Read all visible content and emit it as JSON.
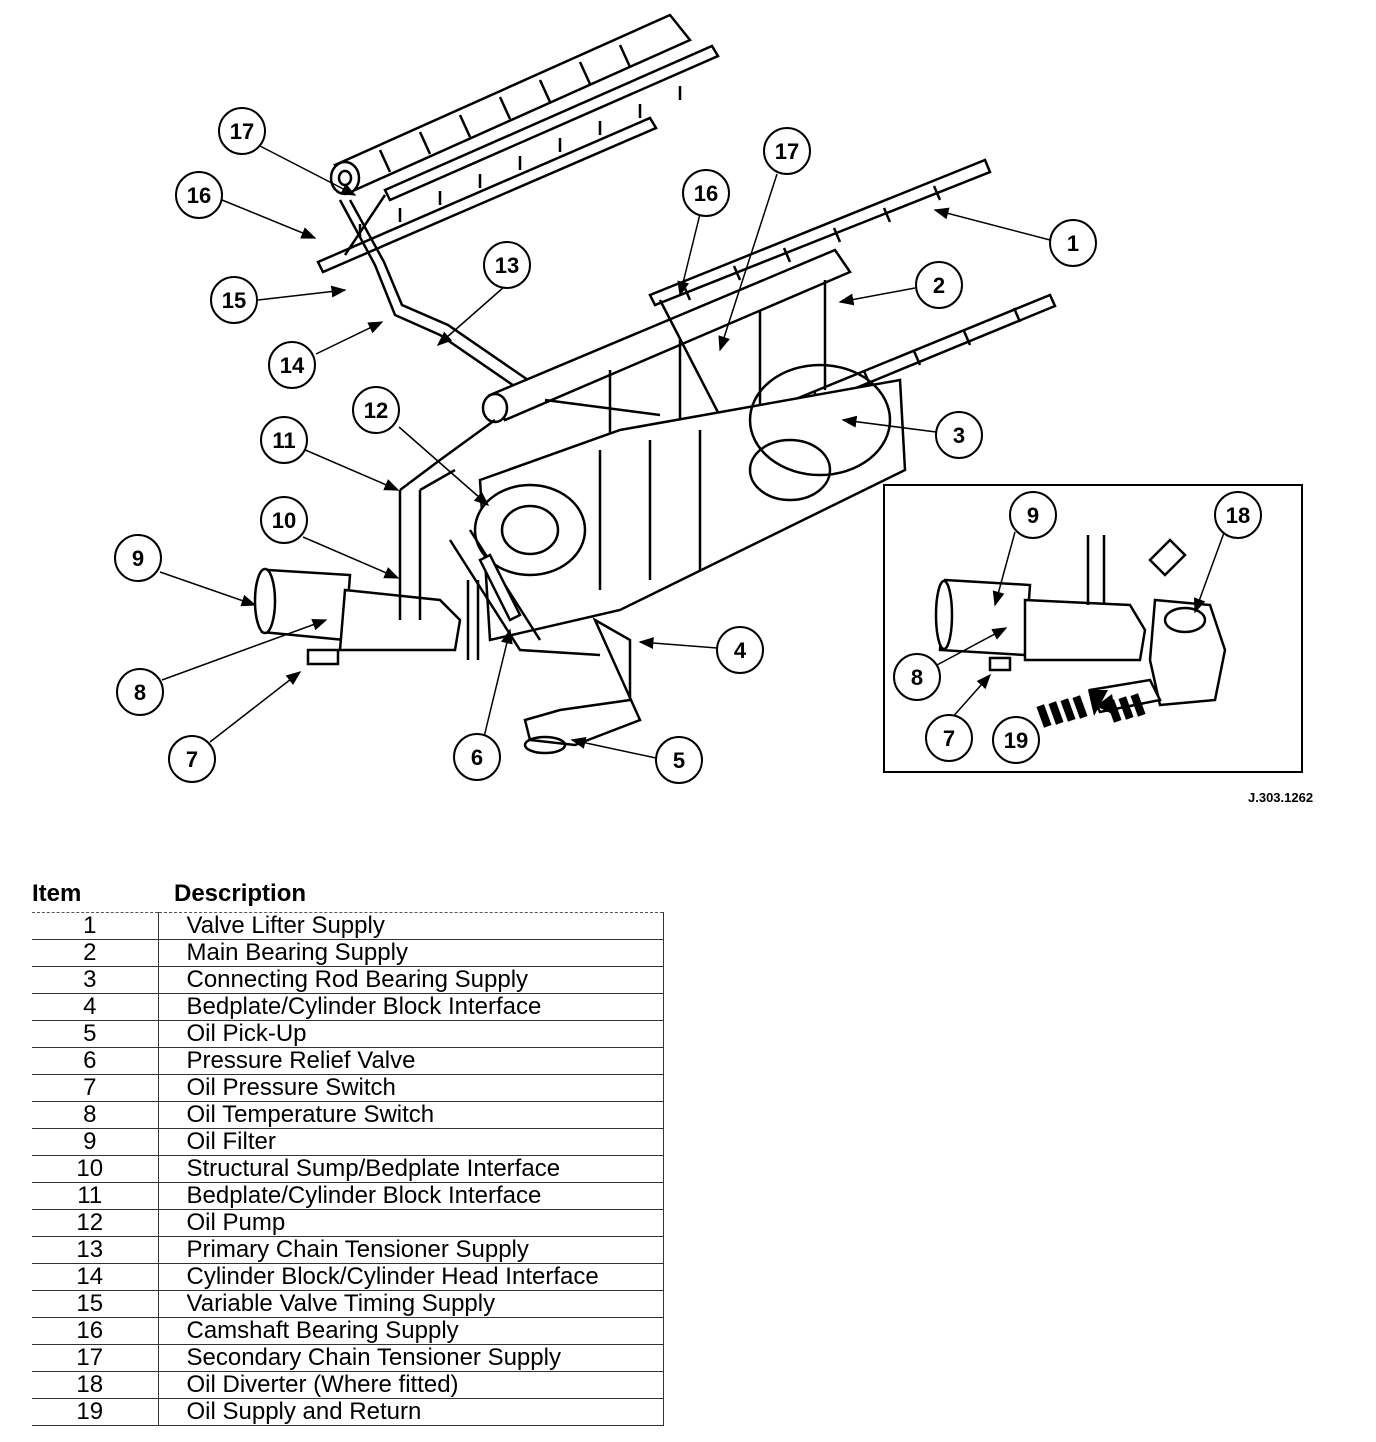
{
  "figure_code": "J.303.1262",
  "callouts_main": [
    "1",
    "2",
    "3",
    "4",
    "5",
    "6",
    "7",
    "8",
    "9",
    "10",
    "11",
    "12",
    "13",
    "14",
    "15",
    "16",
    "17",
    "16",
    "17"
  ],
  "callouts_inset": [
    "9",
    "18",
    "8",
    "7",
    "19"
  ],
  "legend": {
    "header_item": "Item",
    "header_description": "Description",
    "rows": [
      {
        "item": "1",
        "description": "Valve Lifter Supply"
      },
      {
        "item": "2",
        "description": "Main Bearing Supply"
      },
      {
        "item": "3",
        "description": "Connecting Rod Bearing Supply"
      },
      {
        "item": "4",
        "description": "Bedplate/Cylinder Block Interface"
      },
      {
        "item": "5",
        "description": "Oil Pick-Up"
      },
      {
        "item": "6",
        "description": "Pressure Relief Valve"
      },
      {
        "item": "7",
        "description": "Oil Pressure Switch"
      },
      {
        "item": "8",
        "description": "Oil Temperature Switch"
      },
      {
        "item": "9",
        "description": "Oil Filter"
      },
      {
        "item": "10",
        "description": "Structural Sump/Bedplate Interface"
      },
      {
        "item": "11",
        "description": "Bedplate/Cylinder Block Interface"
      },
      {
        "item": "12",
        "description": "Oil Pump"
      },
      {
        "item": "13",
        "description": "Primary Chain Tensioner Supply"
      },
      {
        "item": "14",
        "description": "Cylinder Block/Cylinder Head Interface"
      },
      {
        "item": "15",
        "description": "Variable Valve Timing Supply"
      },
      {
        "item": "16",
        "description": "Camshaft Bearing Supply"
      },
      {
        "item": "17",
        "description": "Secondary Chain Tensioner Supply"
      },
      {
        "item": "18",
        "description": "Oil Diverter (Where fitted)"
      },
      {
        "item": "19",
        "description": "Oil Supply and Return"
      }
    ]
  }
}
